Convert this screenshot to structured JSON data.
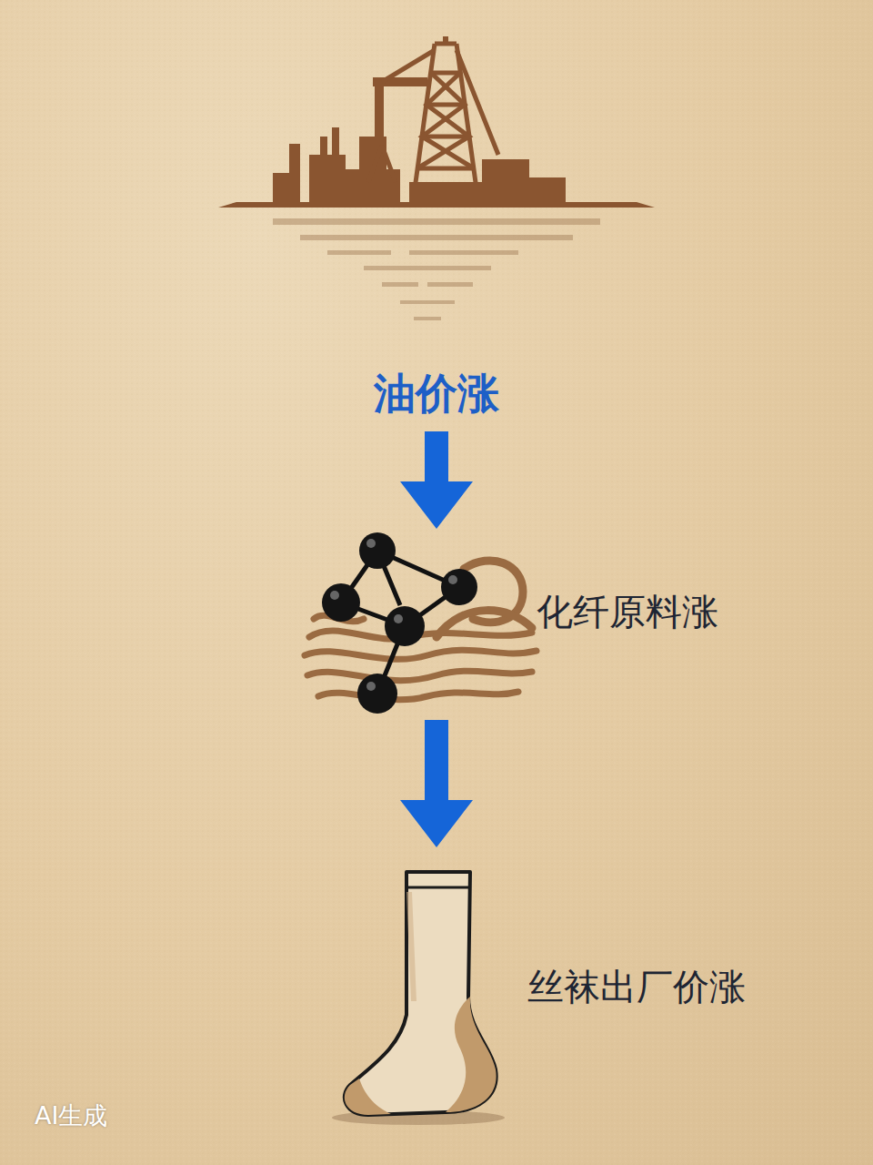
{
  "diagram": {
    "nodes": [
      {
        "text": [
          "油价涨"
        ]
      },
      {
        "text": [
          "化纤原料涨"
        ]
      },
      {
        "text": [
          "丝袜出厂价涨"
        ]
      }
    ],
    "edges": [
      {
        "from": 0,
        "to": 1,
        "arrow": "to"
      },
      {
        "from": 1,
        "to": 2,
        "arrow": "to"
      }
    ],
    "labels": [
      "AI生成"
    ]
  }
}
